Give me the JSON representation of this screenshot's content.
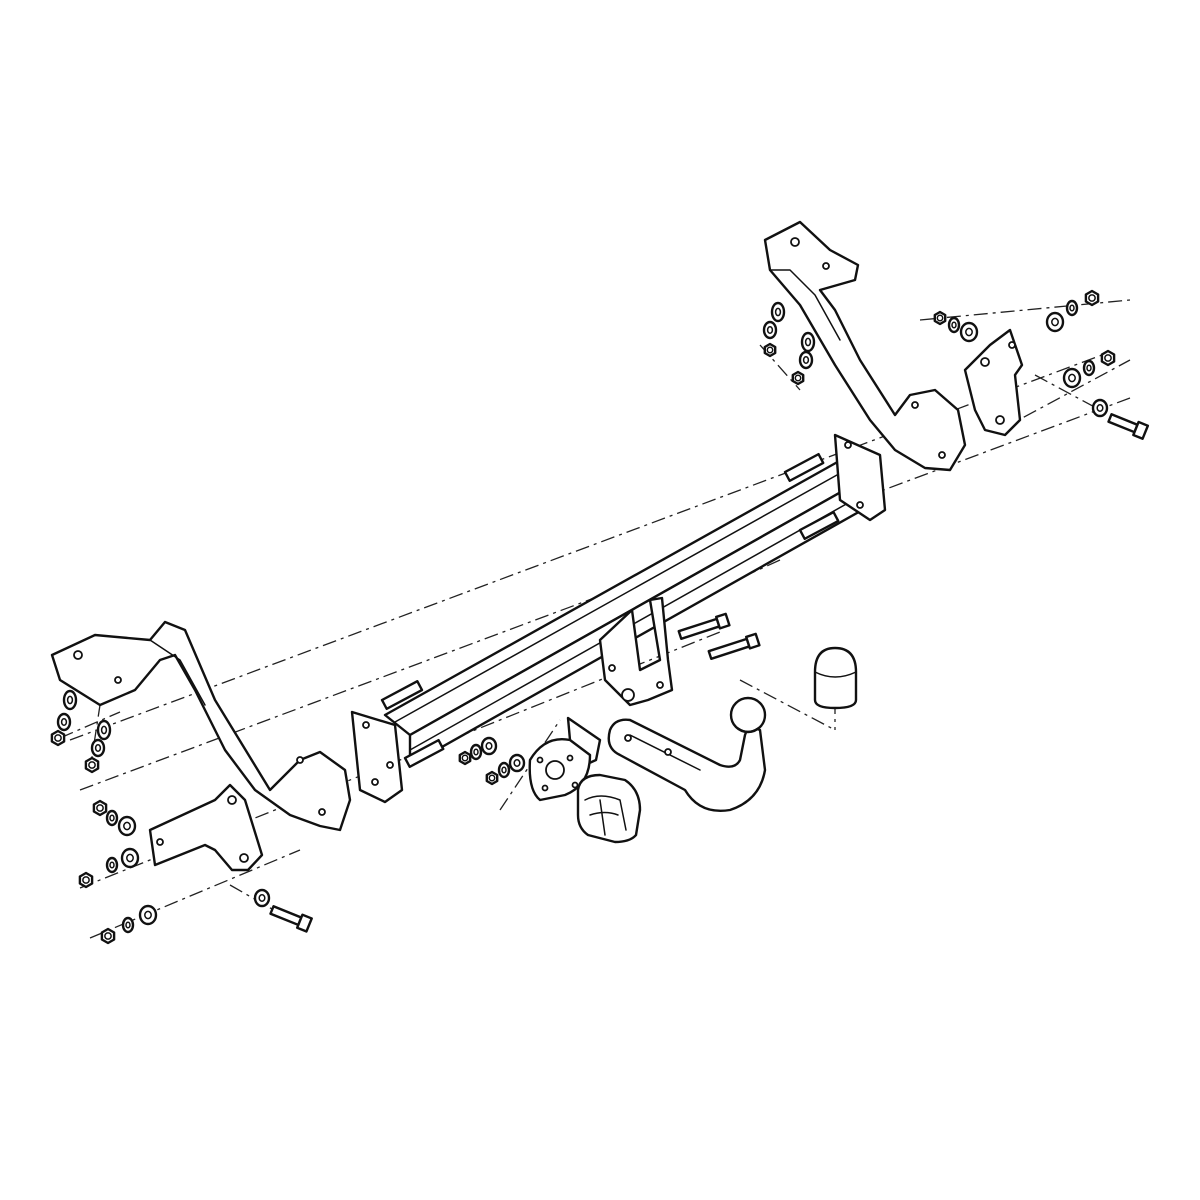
{
  "diagram": {
    "parts": [
      {
        "id": "cross-beam",
        "kind": "beam"
      },
      {
        "id": "left-side-bracket",
        "kind": "bracket"
      },
      {
        "id": "right-side-bracket",
        "kind": "bracket"
      },
      {
        "id": "left-end-plate",
        "kind": "plate"
      },
      {
        "id": "right-end-plate",
        "kind": "plate"
      },
      {
        "id": "left-lower-mount-plate",
        "kind": "plate"
      },
      {
        "id": "right-lower-mount-plate",
        "kind": "plate"
      },
      {
        "id": "tow-ball-neck",
        "kind": "towball"
      },
      {
        "id": "ball-cover-cap",
        "kind": "cap"
      },
      {
        "id": "socket-mounting-plate",
        "kind": "plate"
      },
      {
        "id": "electrical-socket",
        "kind": "socket"
      },
      {
        "id": "center-mount-lug",
        "kind": "lug"
      }
    ],
    "fasteners": [
      {
        "id": "bolt-lower-left",
        "kind": "bolt"
      },
      {
        "id": "bolt-right-side",
        "kind": "bolt"
      },
      {
        "id": "bolt-center-upper",
        "kind": "bolt"
      },
      {
        "id": "bolt-center-lower",
        "kind": "bolt"
      }
    ],
    "colors": {
      "line": "#111111",
      "background": "#ffffff"
    }
  }
}
